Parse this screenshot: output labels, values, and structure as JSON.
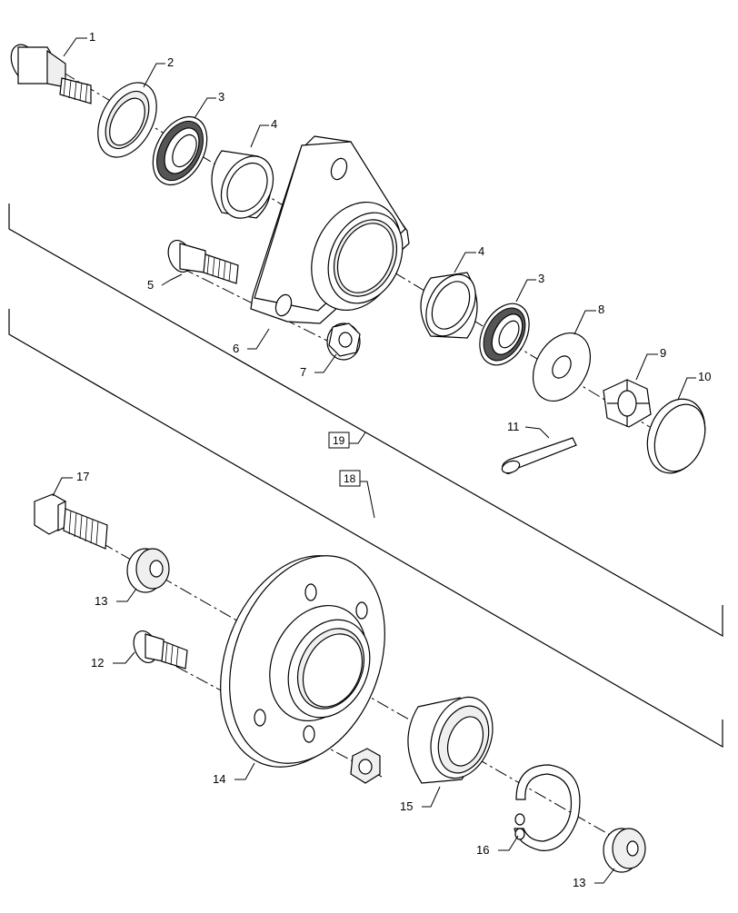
{
  "diagram": {
    "callouts": [
      {
        "id": "c1",
        "label": "1"
      },
      {
        "id": "c2",
        "label": "2"
      },
      {
        "id": "c3a",
        "label": "3"
      },
      {
        "id": "c4a",
        "label": "4"
      },
      {
        "id": "c4b",
        "label": "4"
      },
      {
        "id": "c3b",
        "label": "3"
      },
      {
        "id": "c5",
        "label": "5"
      },
      {
        "id": "c6",
        "label": "6"
      },
      {
        "id": "c7",
        "label": "7"
      },
      {
        "id": "c8",
        "label": "8"
      },
      {
        "id": "c9",
        "label": "9"
      },
      {
        "id": "c10",
        "label": "10"
      },
      {
        "id": "c11",
        "label": "11"
      },
      {
        "id": "c17",
        "label": "17"
      },
      {
        "id": "c13a",
        "label": "13"
      },
      {
        "id": "c12",
        "label": "12"
      },
      {
        "id": "c14",
        "label": "14"
      },
      {
        "id": "c15",
        "label": "15"
      },
      {
        "id": "c16",
        "label": "16"
      },
      {
        "id": "c13b",
        "label": "13"
      }
    ],
    "assemblies": [
      {
        "id": "a19",
        "label": "19"
      },
      {
        "id": "a18",
        "label": "18"
      }
    ]
  }
}
